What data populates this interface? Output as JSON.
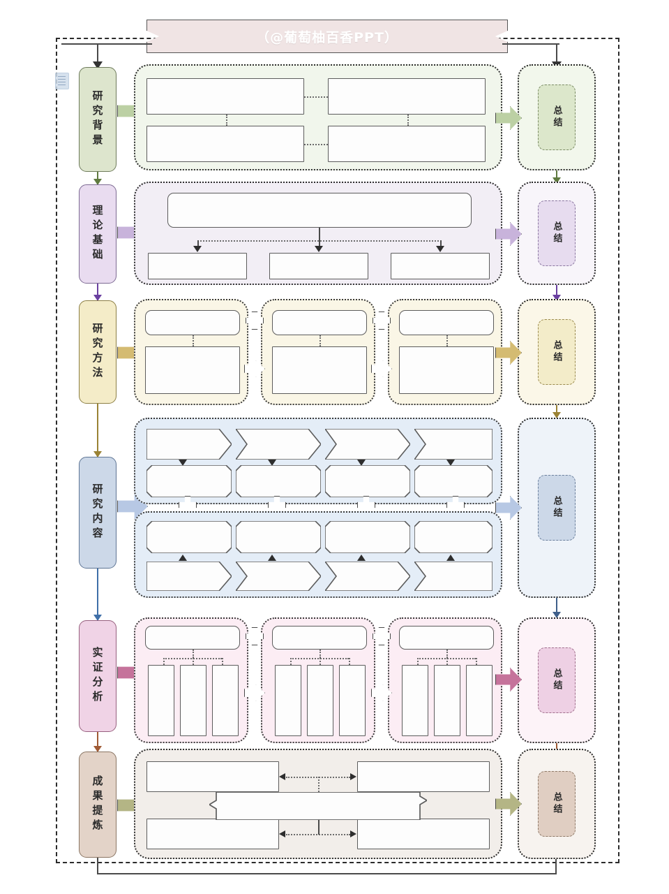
{
  "title_banner": {
    "text": "（@葡萄柚百香PPT）",
    "fill": "#f0e4e4",
    "text_color": "#ffffff"
  },
  "icons": {
    "document_watermark": "document-icon"
  },
  "stages": [
    {
      "id": "background",
      "label": "研究背景",
      "fill": "#dde5cd",
      "border": "#6d7a5a",
      "arrow_fill": "#bcd0a4",
      "link_color": "#5f7a3f"
    },
    {
      "id": "theory",
      "label": "理论基础",
      "fill": "#e9dcf0",
      "border": "#7d6a93",
      "arrow_fill": "#c8b3db",
      "link_color": "#6a3fa0"
    },
    {
      "id": "method",
      "label": "研究方法",
      "fill": "#f4ecc8",
      "border": "#8c7f45",
      "arrow_fill": "#d4bb72",
      "link_color": "#9a8234"
    },
    {
      "id": "content",
      "label": "研究内容",
      "fill": "#ccd8e8",
      "border": "#5d7494",
      "arrow_fill": "#b7c8e4",
      "link_color": "#3f6fa8"
    },
    {
      "id": "empirical",
      "label": "实证分析",
      "fill": "#f0d3e6",
      "border": "#97607f",
      "arrow_fill": "#c5739b",
      "link_color": "#a05a34"
    },
    {
      "id": "outcome",
      "label": "成果提炼",
      "fill": "#e3d3c8",
      "border": "#8a7563",
      "arrow_fill": "#b4b585",
      "link_color": "#4a4a4a"
    }
  ],
  "panels": [
    {
      "id": "background-panel",
      "fill": "#f1f6ec",
      "border": "#2e2e2e"
    },
    {
      "id": "theory-panel",
      "fill": "#f2eef5",
      "border": "#2e2e2e"
    },
    {
      "id": "method-panel",
      "fill": "#faf6e6",
      "border": "#2e2e2e"
    },
    {
      "id": "content-panel",
      "fill": "#e4edf7",
      "border": "#2e2e2e"
    },
    {
      "id": "empirical-panel",
      "fill": "#fcedf4",
      "border": "#2e2e2e"
    },
    {
      "id": "outcome-panel",
      "fill": "#f2eeea",
      "border": "#2e2e2e"
    }
  ],
  "summaries": [
    {
      "id": "summary-background",
      "label": "总结",
      "panel_fill": "#f2f7ec",
      "box_fill": "#dce7cb",
      "box_border": "#7a8a63",
      "link_color": "#5f7a3f"
    },
    {
      "id": "summary-theory",
      "label": "总结",
      "panel_fill": "#f8f5fa",
      "box_fill": "#e7dcef",
      "box_border": "#8a76a0",
      "link_color": "#6a3fa0"
    },
    {
      "id": "summary-method",
      "label": "总结",
      "panel_fill": "#fbf7e8",
      "box_fill": "#f3ecc9",
      "box_border": "#9a8a4e",
      "link_color": "#9a8234"
    },
    {
      "id": "summary-content",
      "label": "总结",
      "panel_fill": "#eef3f9",
      "box_fill": "#ccd8e8",
      "box_border": "#6a7f9c",
      "link_color": "#3f5f8a"
    },
    {
      "id": "summary-empirical",
      "label": "总结",
      "panel_fill": "#fdf3f8",
      "box_fill": "#eed0e4",
      "box_border": "#a06f8c",
      "link_color": "#a05a34"
    },
    {
      "id": "summary-outcome",
      "label": "总结",
      "panel_fill": "#f7f3ef",
      "box_fill": "#e0cec2",
      "box_border": "#8f7a68",
      "link_color": "#4a4a4a"
    }
  ],
  "connectors": {
    "plus": "plus-connector-icon",
    "arrow": "arrow-connector-icon",
    "triangle_down": "triangle-down-icon",
    "triangle_up": "triangle-up-icon",
    "triangle_left": "triangle-left-icon",
    "triangle_right": "triangle-right-icon"
  },
  "content_boxes": {
    "background": [
      "",
      "",
      "",
      ""
    ],
    "theory": {
      "header": "",
      "children": [
        "",
        "",
        ""
      ]
    },
    "method": [
      {
        "top": "",
        "bottom": ""
      },
      {
        "top": "",
        "bottom": ""
      },
      {
        "top": "",
        "bottom": ""
      }
    ],
    "content_top": [
      {
        "chevron": "",
        "angled": ""
      },
      {
        "chevron": "",
        "angled": ""
      },
      {
        "chevron": "",
        "angled": ""
      },
      {
        "chevron": "",
        "angled": ""
      }
    ],
    "content_bottom": [
      {
        "angled": "",
        "chevron": ""
      },
      {
        "angled": "",
        "chevron": ""
      },
      {
        "angled": "",
        "chevron": ""
      },
      {
        "angled": "",
        "chevron": ""
      }
    ],
    "empirical": [
      {
        "header": "",
        "columns": [
          "",
          "",
          ""
        ]
      },
      {
        "header": "",
        "columns": [
          "",
          "",
          ""
        ]
      },
      {
        "header": "",
        "columns": [
          "",
          "",
          ""
        ]
      }
    ],
    "outcome": {
      "top": [
        "",
        ""
      ],
      "center": "",
      "bottom": [
        "",
        ""
      ]
    }
  }
}
